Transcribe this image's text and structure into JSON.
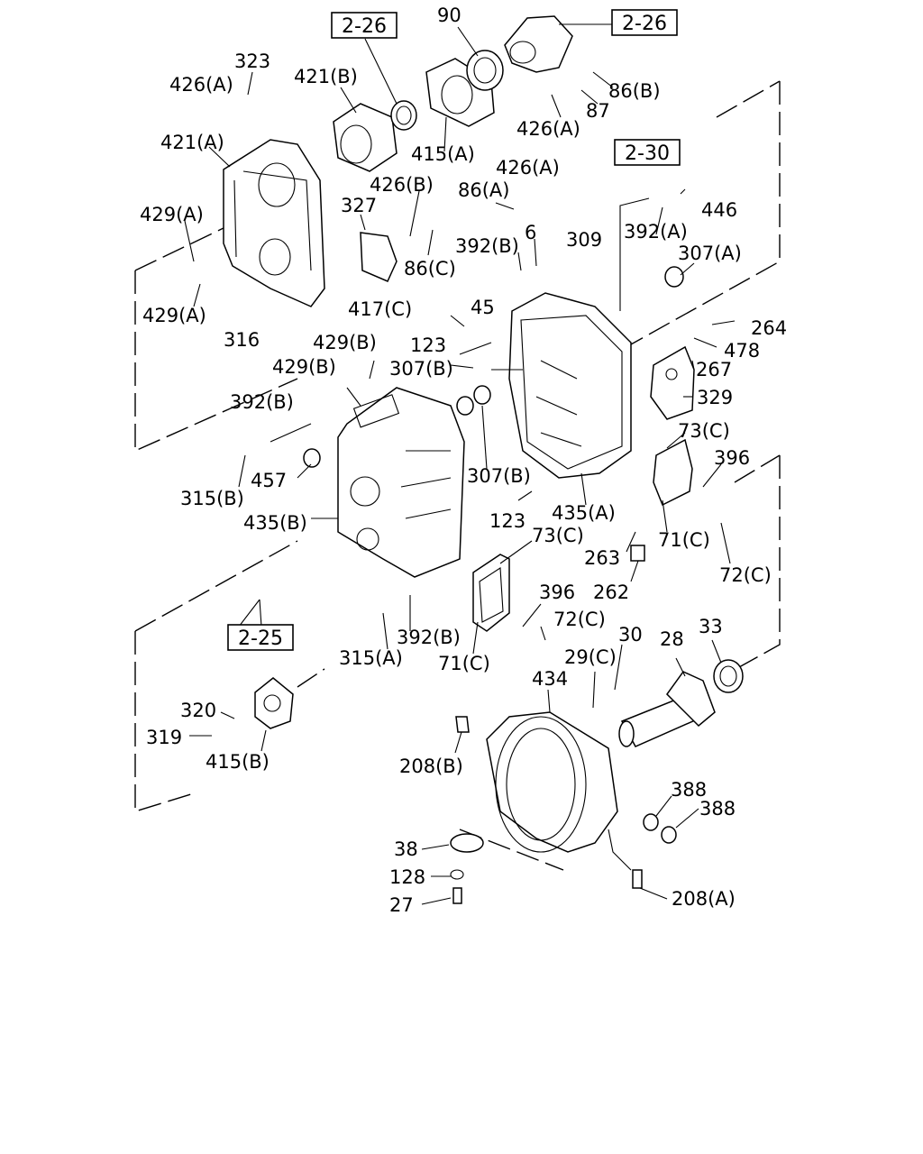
{
  "diagram": {
    "reference_boxes": [
      "2-26",
      "2-26",
      "2-30",
      "2-25"
    ],
    "labels": [
      "90",
      "323",
      "426(A)",
      "421(B)",
      "86(B)",
      "87",
      "426(A)",
      "415(A)",
      "421(A)",
      "426(B)",
      "327",
      "426(A)",
      "86(A)",
      "429(A)",
      "86(C)",
      "392(B)",
      "6",
      "309",
      "392(A)",
      "446",
      "307(A)",
      "429(A)",
      "316",
      "417(C)",
      "45",
      "264",
      "478",
      "123",
      "429(B)",
      "429(B)",
      "307(B)",
      "267",
      "329",
      "392(B)",
      "73(C)",
      "396",
      "457",
      "315(B)",
      "307(B)",
      "435(B)",
      "123",
      "435(A)",
      "71(C)",
      "73(C)",
      "263",
      "262",
      "72(C)",
      "396",
      "72(C)",
      "315(A)",
      "392(B)",
      "71(C)",
      "30",
      "28",
      "33",
      "29(C)",
      "434",
      "320",
      "319",
      "415(B)",
      "208(B)",
      "388",
      "388",
      "38",
      "128",
      "27",
      "208(A)"
    ]
  }
}
